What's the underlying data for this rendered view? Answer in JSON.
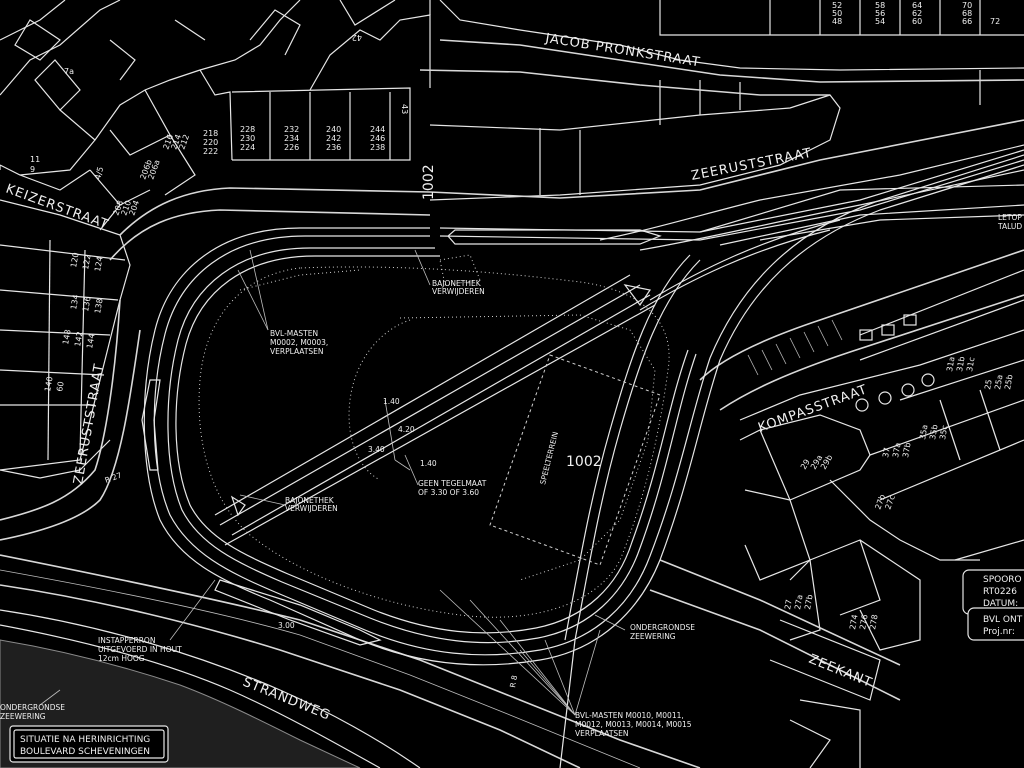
{
  "streets": {
    "jacob_pronkstraat": "JACOB PRONKSTRAAT",
    "zeeruststraat_top": "ZEERUSTSTRAAT",
    "keizerstraat": "KEIZERSTRAAT",
    "zeeruststraat_left": "ZEERUSTSTRAAT",
    "kompasstraat": "KOMPASSTRAAT",
    "strandweg": "STRANDWEG",
    "zeekant": "ZEEKANT"
  },
  "field": {
    "id": "1002",
    "name": "SPEELTERREIN"
  },
  "block_id_top": "1002",
  "house_numbers": {
    "top_right": [
      [
        "52",
        "58",
        "64",
        "70"
      ],
      [
        "50",
        "56",
        "62",
        "68"
      ],
      [
        "48",
        "54",
        "60",
        "66"
      ]
    ],
    "top_right_corner": "72",
    "row_lower": [
      [
        "218",
        "220",
        "222"
      ],
      [
        "228",
        "230",
        "224"
      ],
      [
        "232",
        "234",
        "226"
      ],
      [
        "240",
        "242",
        "236"
      ],
      [
        "244",
        "246",
        "238"
      ]
    ],
    "left_column": [
      [
        "216",
        "214",
        "212"
      ],
      [
        "206b",
        "206a",
        "208"
      ],
      [
        "210",
        "204"
      ],
      [
        "120",
        "122",
        "124"
      ],
      [
        "134",
        "136",
        "138"
      ],
      [
        "148",
        "142",
        "144"
      ],
      [
        "140",
        "60"
      ]
    ],
    "misc": [
      "43",
      "7a",
      "11",
      "9",
      "4/5",
      "42"
    ],
    "right_blocks": [
      [
        "31a",
        "31b",
        "31c"
      ],
      [
        "25",
        "25a",
        "25b"
      ],
      [
        "37",
        "37a",
        "37b"
      ],
      [
        "35a",
        "35b",
        "35c"
      ],
      [
        "27",
        "27a",
        "27b"
      ],
      [
        "274",
        "276",
        "278"
      ],
      [
        "29",
        "29a",
        "29b"
      ],
      [
        "27b",
        "27c"
      ]
    ]
  },
  "annotations": {
    "bvl_masten": [
      "BVL-MASTEN",
      "M0002, M0003,",
      "VERPLAATSEN"
    ],
    "bajonethek_top": [
      "BAJONETHEK",
      "VERWIJDEREN"
    ],
    "bajonethek_mid": [
      "BAJONETHEK",
      "VERWIJDEREN"
    ],
    "geen_tegelmaat": [
      "GEEN TEGELMAAT",
      "OF 3.30 OF 3.60"
    ],
    "dim_140_top": "1.40",
    "dim_420": "4.20",
    "dim_340": "3.40",
    "dim_140_bot": "1.40",
    "dim_300": "3.00",
    "radius": "R 27",
    "radius_r8": "R 8",
    "instapperron": [
      "INSTAPPERRON",
      "UITGEVOERD IN HOUT",
      "12cm HOOG"
    ],
    "ondergrondse_left": [
      "ONDERGRONDSE",
      "ZEEWERING"
    ],
    "ondergrondse_right": [
      "ONDERGRONDSE",
      "ZEEWERING"
    ],
    "bvl_masten_bottom": [
      "BVL-MASTEN  M0010, M0011,",
      "M0012, M0013, M0014, M0015",
      "VERPLAATSEN"
    ],
    "letop": [
      "LETOP",
      "TALUD"
    ]
  },
  "title_block": {
    "lines": [
      "SITUATIE NA HERINRICHTING",
      "BOULEVARD SCHEVENINGEN"
    ]
  },
  "info_block": {
    "lines": [
      "SPOORO",
      "RT0226",
      "DATUM:",
      "BVL ONT",
      "Proj.nr:"
    ]
  }
}
